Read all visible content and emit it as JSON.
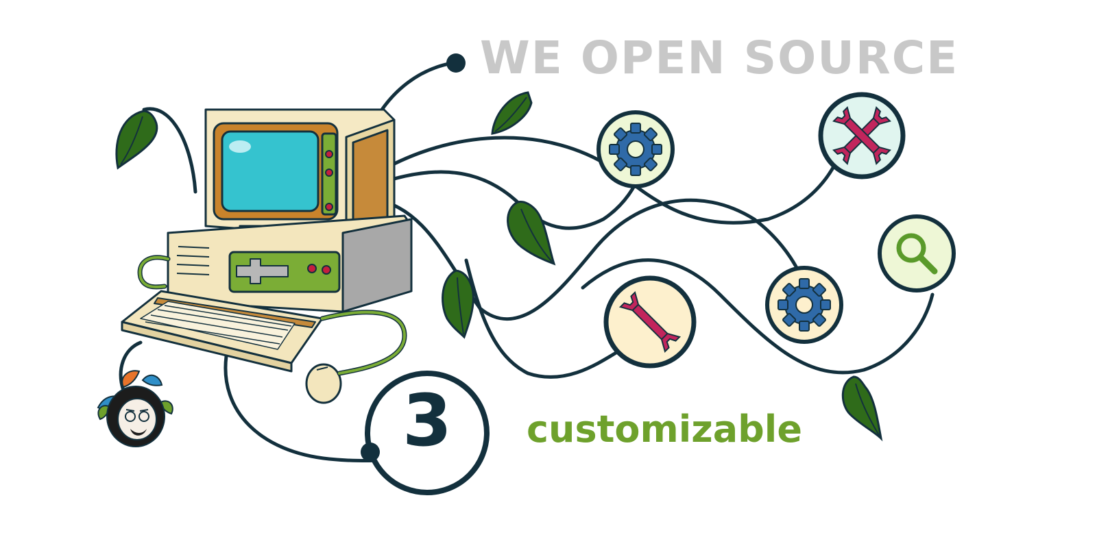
{
  "headline": "WE OPEN SOURCE",
  "item_number": "3",
  "caption": "customizable",
  "colors": {
    "headline": "#c8c8c8",
    "number": "#13303d",
    "caption": "#6ea12c",
    "vine": "#13303d",
    "leaf": "#2f6b1a"
  },
  "icons": [
    "gear-icon",
    "wrench-cross-icon",
    "magnifier-icon",
    "gear-icon",
    "wrench-icon",
    "vintage-computer-illustration",
    "author-avatar"
  ]
}
